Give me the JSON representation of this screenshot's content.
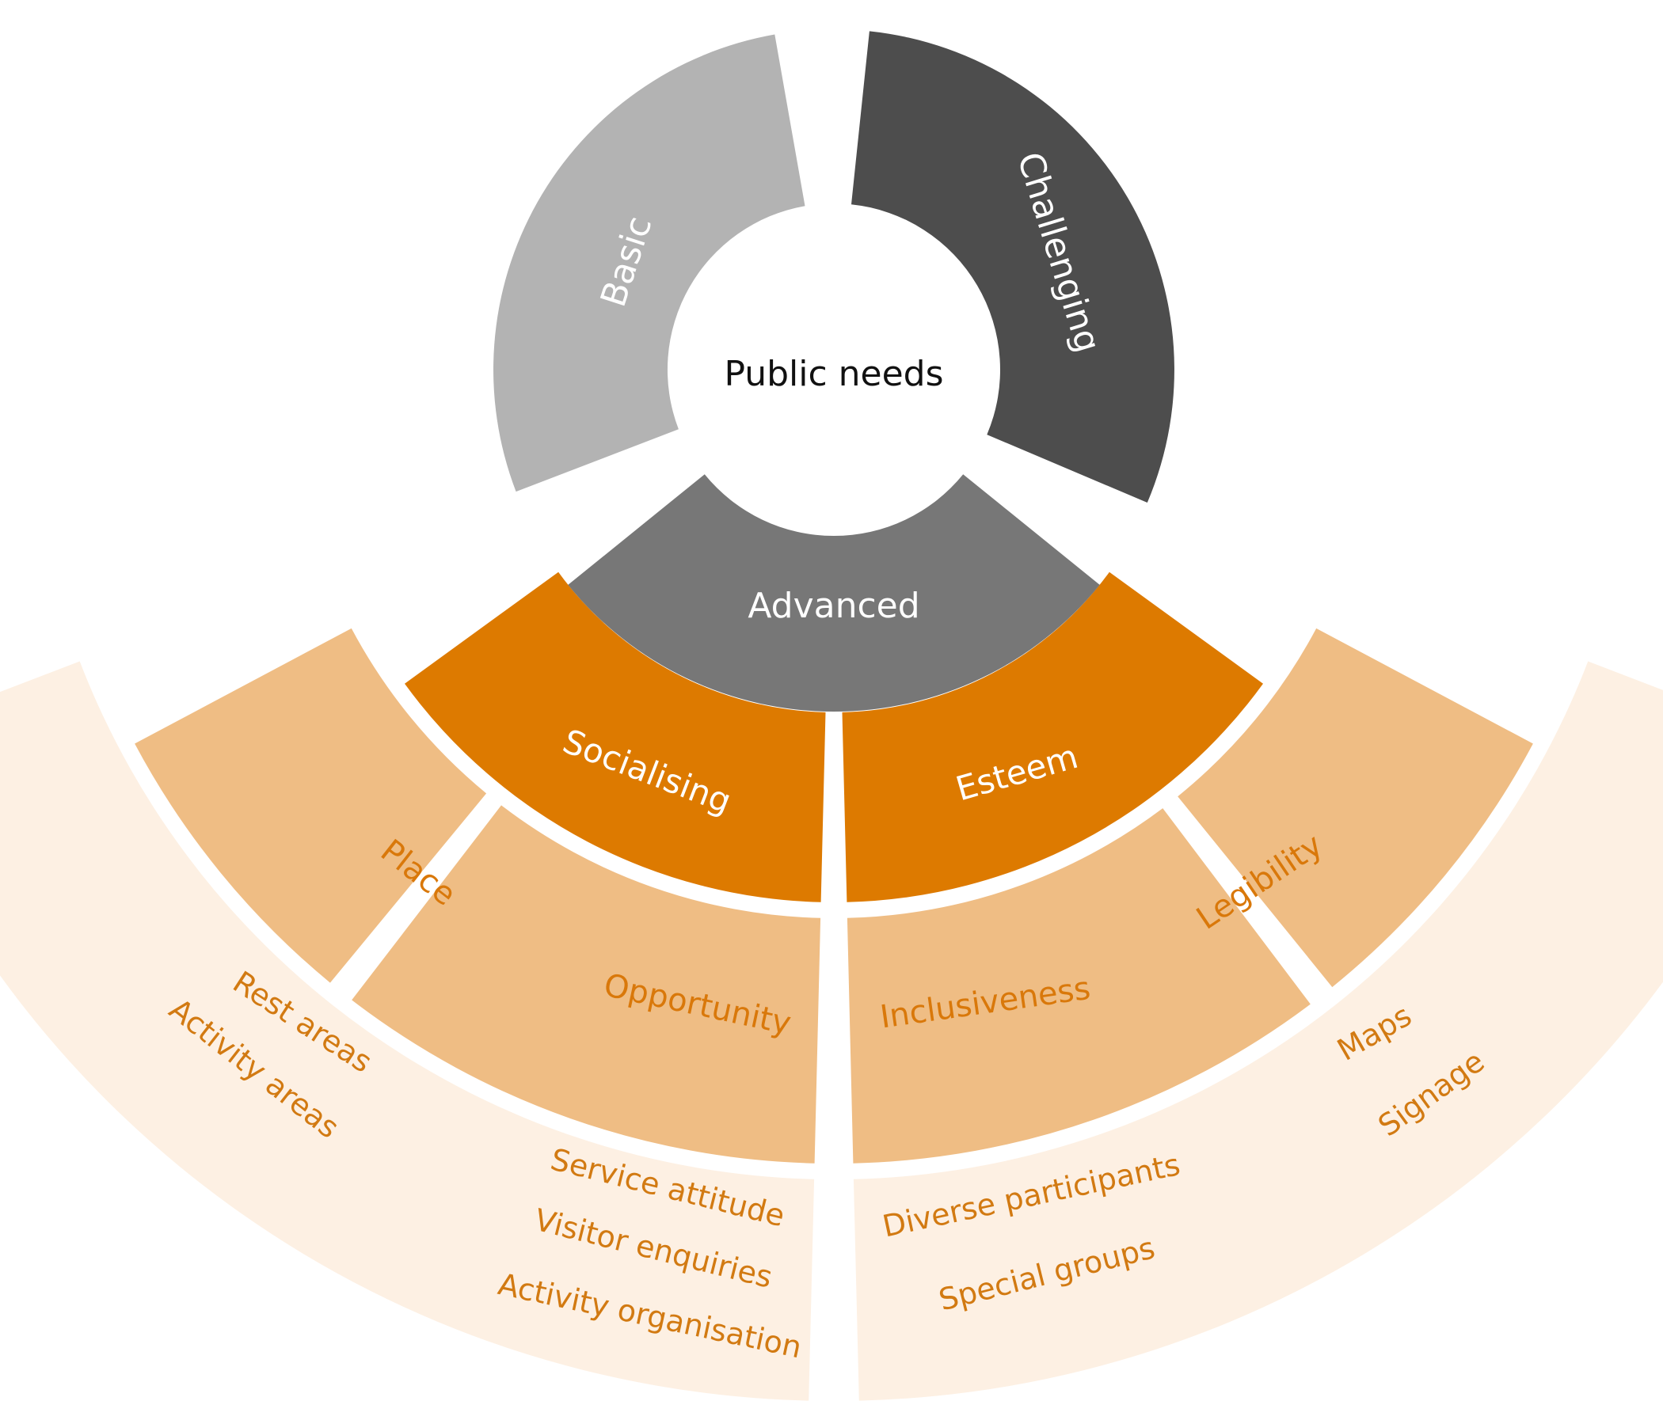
{
  "diagram": {
    "center_label": "Public needs",
    "segments": [
      {
        "id": "basic",
        "label": "Basic",
        "color": "#b3b3b3"
      },
      {
        "id": "challenging",
        "label": "Challenging",
        "color": "#4d4d4d"
      },
      {
        "id": "advanced",
        "label": "Advanced",
        "color": "#777777"
      }
    ],
    "needs": [
      {
        "id": "socialising",
        "label": "Socialising",
        "color": "#dd7a00"
      },
      {
        "id": "esteem",
        "label": "Esteem",
        "color": "#dd7a00"
      }
    ],
    "sub_categories": [
      {
        "id": "place",
        "label": "Place",
        "color": "#efbd84"
      },
      {
        "id": "opportunity",
        "label": "Opportunity",
        "color": "#efbd84"
      },
      {
        "id": "inclusiveness",
        "label": "Inclusiveness",
        "color": "#efbd84"
      },
      {
        "id": "legibility",
        "label": "Legibility",
        "color": "#efbd84"
      }
    ],
    "items": {
      "place": [
        "Rest areas",
        "Activity areas"
      ],
      "opportunity": [
        "Service attitude",
        "Visitor enquiries",
        "Activity organisation"
      ],
      "inclusiveness": [
        "Diverse participants",
        "Special groups"
      ],
      "legibility": [
        "Maps",
        "Signage"
      ]
    },
    "outer_band_color": "#fdf0e3",
    "text_colors": {
      "orange": "#d27a12",
      "white": "#ffffff",
      "black": "#111111"
    }
  }
}
